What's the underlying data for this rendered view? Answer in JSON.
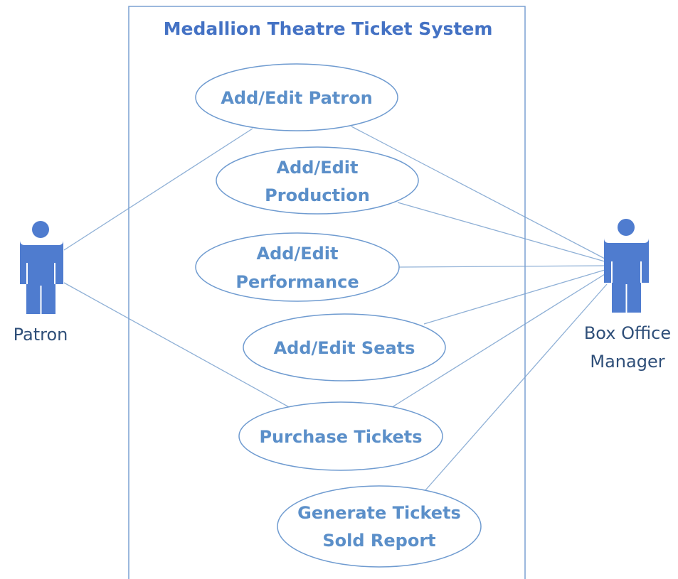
{
  "system": {
    "title": "Medallion Theatre Ticket System"
  },
  "actors": {
    "patron": {
      "label": "Patron"
    },
    "manager": {
      "label_lines": [
        "Box Office",
        "Manager"
      ]
    }
  },
  "use_cases": [
    {
      "id": "add-edit-patron",
      "lines": [
        "Add/Edit Patron"
      ]
    },
    {
      "id": "add-edit-production",
      "lines": [
        "Add/Edit",
        "Production"
      ]
    },
    {
      "id": "add-edit-performance",
      "lines": [
        "Add/Edit",
        "Performance"
      ]
    },
    {
      "id": "add-edit-seats",
      "lines": [
        "Add/Edit Seats"
      ]
    },
    {
      "id": "purchase-tickets",
      "lines": [
        "Purchase Tickets"
      ]
    },
    {
      "id": "generate-tickets-sold-report",
      "lines": [
        "Generate Tickets",
        "Sold Report"
      ]
    }
  ],
  "colors": {
    "accent": "#4472c4",
    "actor": "#4f7ccf",
    "line": "#8fb0d6"
  }
}
